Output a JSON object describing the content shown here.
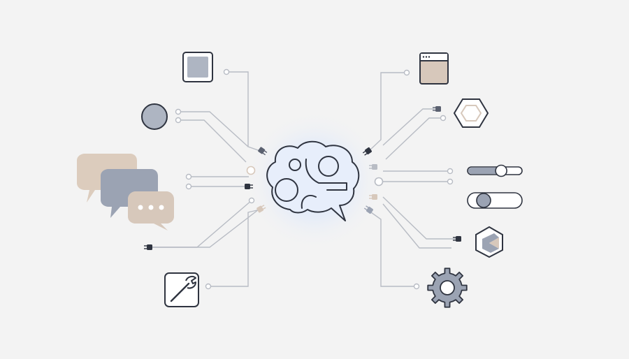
{
  "colors": {
    "background": "#f3f3f3",
    "stroke_dark": "#2f3440",
    "connector": "#b8bcc4",
    "slate": "#9ba3b3",
    "beige": "#d7c8bb",
    "hub_glow": "#cfe0ff",
    "hub_fill": "#e7eefb"
  },
  "hub": {
    "icon": "brain-chat-icon"
  },
  "nodes_left": [
    {
      "id": "square-card",
      "icon": "square-card-icon"
    },
    {
      "id": "circle-badge",
      "icon": "circle-icon"
    },
    {
      "id": "chat-bubbles",
      "icon": "chat-bubbles-icon"
    },
    {
      "id": "wrench-tool",
      "icon": "wrench-icon"
    }
  ],
  "nodes_right": [
    {
      "id": "browser-window",
      "icon": "browser-window-icon"
    },
    {
      "id": "hexagon",
      "icon": "hexagon-icon"
    },
    {
      "id": "slider",
      "icon": "slider-icon",
      "level": 0.62
    },
    {
      "id": "toggle",
      "icon": "toggle-switch-icon",
      "state": "off"
    },
    {
      "id": "cube",
      "icon": "cube-icon"
    },
    {
      "id": "settings",
      "icon": "gear-icon"
    }
  ],
  "connector_icon": "plug-icon"
}
